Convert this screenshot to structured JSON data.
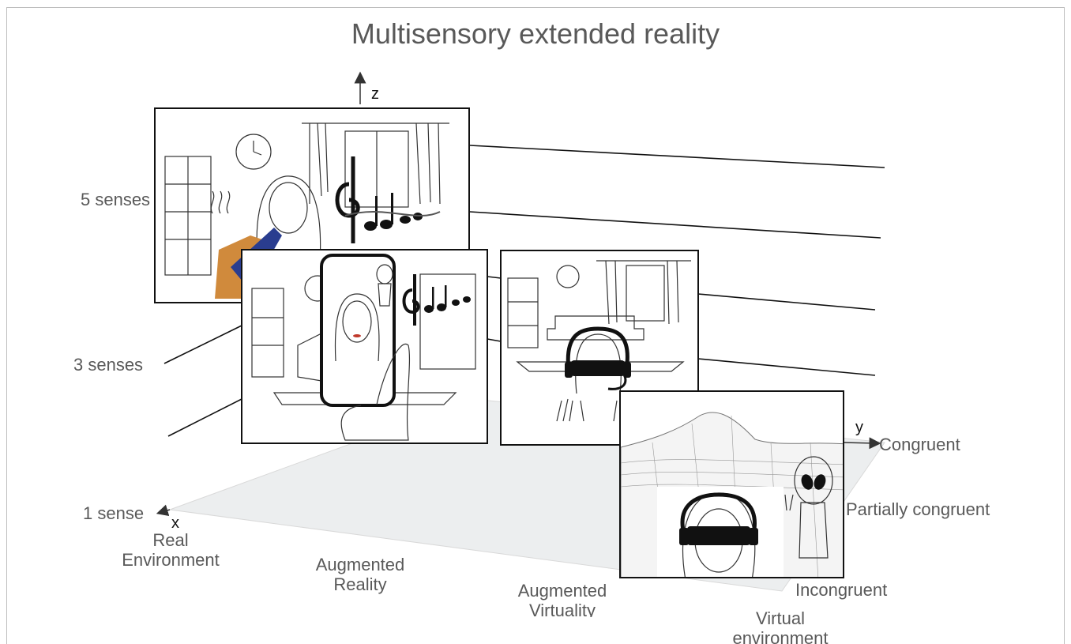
{
  "title": "Multisensory extended reality",
  "axes": {
    "z": "z",
    "x": "x",
    "y": "y"
  },
  "sense_levels": [
    "5 senses",
    "3 senses",
    "1 sense"
  ],
  "reality_continuum": [
    "Real Environment",
    "Augmented Reality",
    "Augmented Virtuality",
    "Virtual environment"
  ],
  "congruence_levels": [
    "Congruent",
    "Partially congruent",
    "Incongruent"
  ],
  "panels": [
    {
      "name": "real-environment",
      "icon": "woman-in-room-with-smell-and-music"
    },
    {
      "name": "augmented-reality",
      "icon": "phone-showing-alien-with-music"
    },
    {
      "name": "augmented-virtuality",
      "icon": "vr-headset-user-in-room"
    },
    {
      "name": "virtual-environment",
      "icon": "vr-user-with-alien-and-mountain"
    }
  ]
}
